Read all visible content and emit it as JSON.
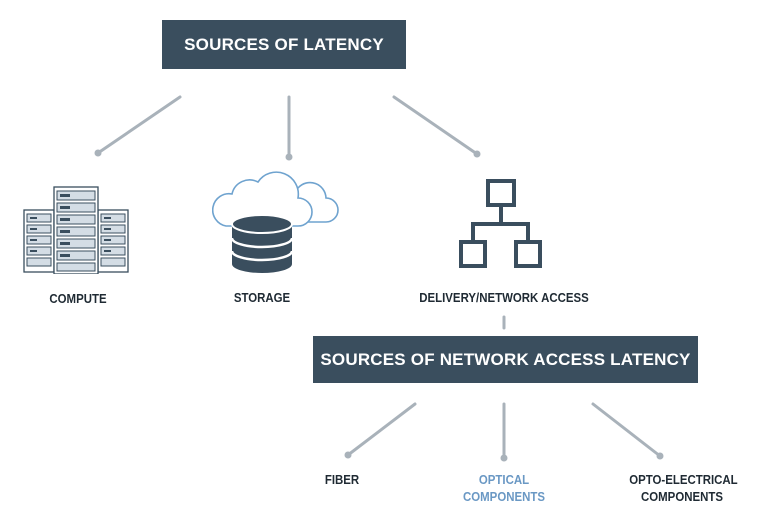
{
  "headers": {
    "sources_of_latency": "SOURCES OF LATENCY",
    "sources_of_network_access_latency": "SOURCES OF NETWORK ACCESS LATENCY"
  },
  "labels": {
    "compute": "COMPUTE",
    "storage": "STORAGE",
    "delivery": "DELIVERY/NETWORK ACCESS",
    "fiber": "FIBER",
    "optical_line1": "OPTICAL",
    "optical_line2": "COMPONENTS",
    "opto_line1": "OPTO-ELECTRICAL",
    "opto_line2": "COMPONENTS"
  },
  "colors": {
    "header_bg": "#3a4e5e",
    "connector": "#a9b2ba",
    "icon_dark": "#3a4e5e",
    "icon_light_blue": "#6fa3cf",
    "highlight_text": "#6a98c4"
  },
  "icons": [
    "server-rack-icon",
    "cloud-database-icon",
    "network-hierarchy-icon"
  ]
}
